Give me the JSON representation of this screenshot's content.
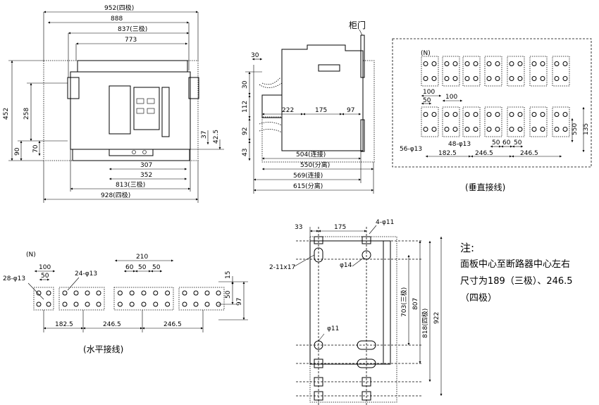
{
  "front_view": {
    "dims": [
      "952(四极)",
      "888",
      "837(三极)",
      "773",
      "452",
      "258",
      "90",
      "70",
      "37",
      "42.5",
      "307",
      "352",
      "813(三极)",
      "928(四极)"
    ]
  },
  "side_view": {
    "door_label": "柜门",
    "dims": [
      "30",
      "30",
      "112",
      "92",
      "43",
      "222",
      "175",
      "97",
      "504(连接)",
      "550(分离)",
      "569(连接)",
      "615(分离)"
    ]
  },
  "vertical_wiring": {
    "caption": "(垂直接线)",
    "neutral_label": "(N)",
    "dims": [
      "100",
      "50",
      "100",
      "48-φ13",
      "56-φ13",
      "50",
      "60",
      "50",
      "182.5",
      "246.5",
      "246.5",
      "550",
      "135"
    ]
  },
  "horizontal_wiring": {
    "caption": "(水平接线)",
    "neutral_label": "(N)",
    "dims": [
      "210",
      "100",
      "50",
      "60",
      "50",
      "50",
      "28-φ13",
      "24-φ13",
      "15",
      "50",
      "97",
      "182.5",
      "246.5",
      "246.5"
    ]
  },
  "mounting_view": {
    "dims": [
      "33",
      "175",
      "4-φ11",
      "2-11x17",
      "φ14",
      "φ11",
      "703(三极)",
      "807",
      "818(四极)",
      "922"
    ]
  },
  "note": {
    "title": "注:",
    "text": "面板中心至断路器中心左右尺寸为189（三极）、246.5（四极）"
  }
}
